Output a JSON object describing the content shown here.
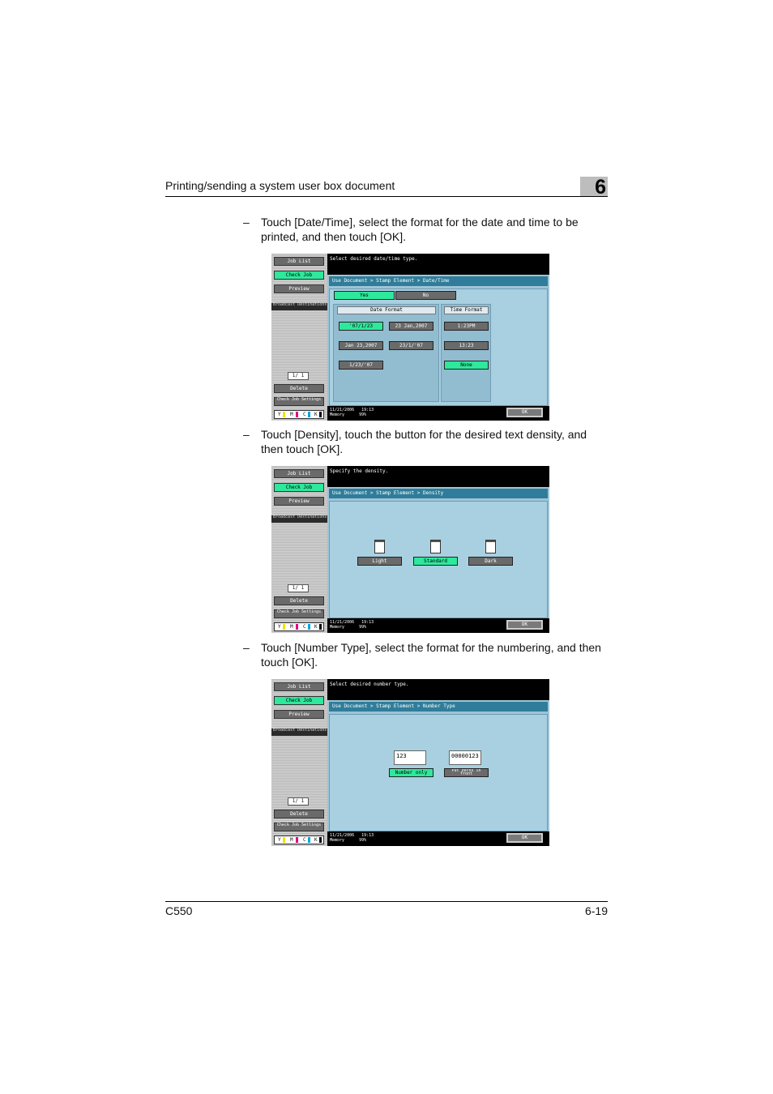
{
  "header": {
    "title": "Printing/sending a system user box document",
    "chapter": "6"
  },
  "steps": [
    {
      "dash": "–",
      "text": "Touch [Date/Time], select the format for the date and time to be printed, and then touch [OK]."
    },
    {
      "dash": "–",
      "text": "Touch [Density], touch the button for the desired text density, and then touch [OK]."
    },
    {
      "dash": "–",
      "text": "Touch [Number Type], select the format for the numbering, and then touch [OK]."
    }
  ],
  "sidebar": {
    "job_list": "Job List",
    "check_job": "Check Job",
    "preview": "Preview",
    "strip": "Broadcast Destinations",
    "page": "1/ 1",
    "delete": "Delete",
    "check_settings": "Check Job Settings",
    "toner": [
      "Y",
      "M",
      "C",
      "K"
    ]
  },
  "status": {
    "date": "11/21/2006",
    "time": "19:13",
    "memory_label": "Memory",
    "memory": "99%",
    "ok": "OK"
  },
  "screen1": {
    "message": "Select desired date/time type.",
    "breadcrumb": "Use Document > Stamp Element > Date/Time",
    "yes": "Yes",
    "no": "No",
    "date_format_label": "Date Format",
    "time_format_label": "Time Format",
    "date_formats": [
      "'07/1/23",
      "23 Jan,2007",
      "Jan 23,2007",
      "23/1/'07",
      "1/23/'07"
    ],
    "time_formats": [
      "1:23PM",
      "13:23",
      "None"
    ]
  },
  "screen2": {
    "message": "Specify the density.",
    "breadcrumb": "Use Document > Stamp Element > Density",
    "options": [
      "Light",
      "Standard",
      "Dark"
    ]
  },
  "screen3": {
    "message": "Select desired number type.",
    "breadcrumb": "Use Document > Stamp Element > Number Type",
    "sample1": "123",
    "sample2": "00000123",
    "option1": "Number only",
    "option2": "Put zeros in front"
  },
  "footer": {
    "model": "C550",
    "page": "6-19"
  }
}
